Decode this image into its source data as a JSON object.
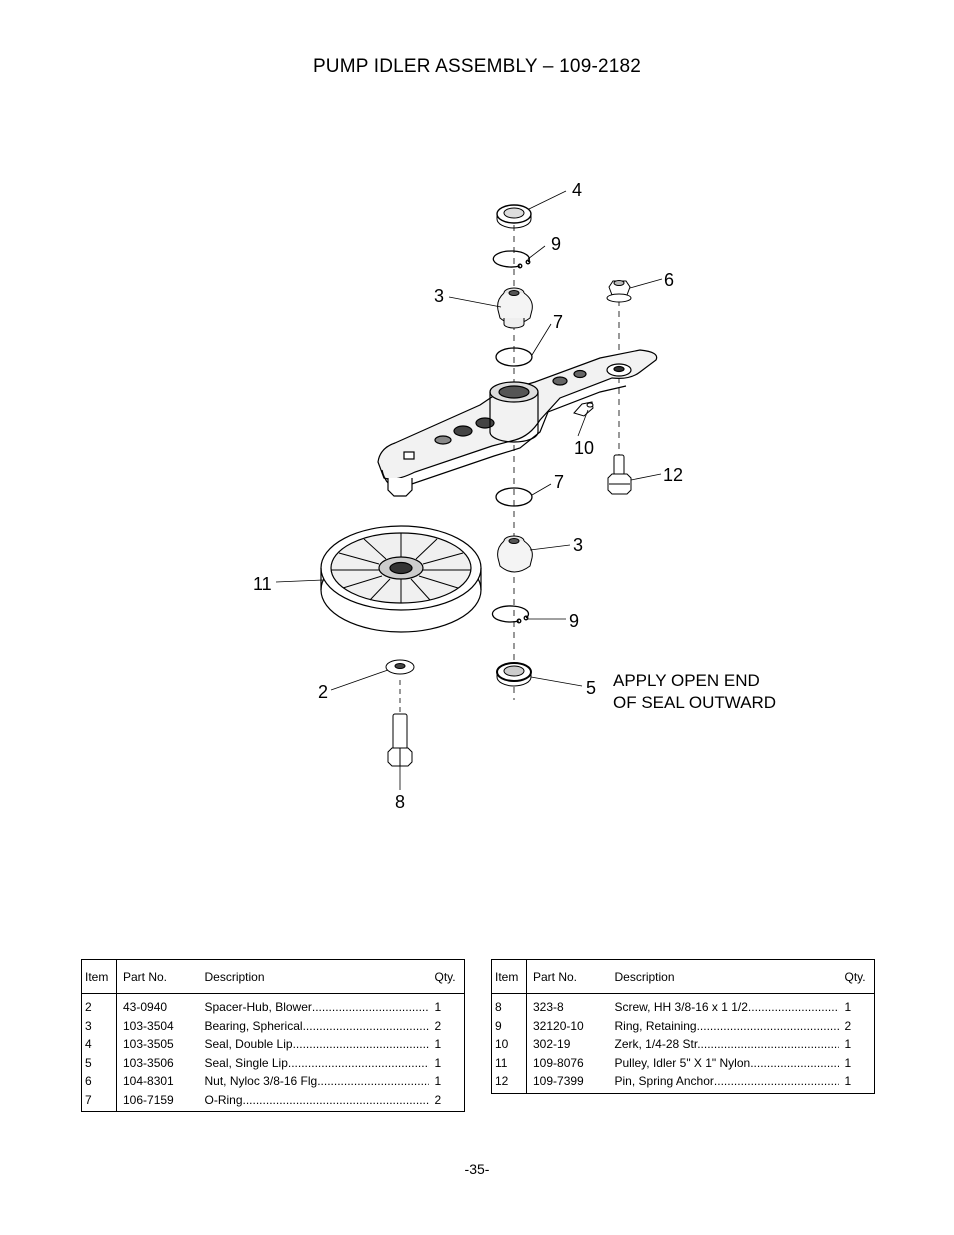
{
  "page": {
    "title": "PUMP IDLER ASSEMBLY – 109-2182",
    "page_number": "-35-"
  },
  "diagram": {
    "callouts": [
      "4",
      "9",
      "3",
      "7",
      "6",
      "10",
      "12",
      "7",
      "3",
      "11",
      "9",
      "2",
      "5",
      "8"
    ],
    "note_line1": "APPLY OPEN END",
    "note_line2": "OF SEAL OUTWARD"
  },
  "tables": {
    "headers": {
      "item": "Item",
      "part": "Part No.",
      "desc": "Description",
      "qty": "Qty."
    },
    "left": [
      {
        "item": "2",
        "part": "43-0940",
        "desc": "Spacer-Hub, Blower",
        "qty": "1"
      },
      {
        "item": "3",
        "part": "103-3504",
        "desc": "Bearing, Spherical",
        "qty": "2"
      },
      {
        "item": "4",
        "part": "103-3505",
        "desc": "Seal, Double Lip",
        "qty": "1"
      },
      {
        "item": "5",
        "part": "103-3506",
        "desc": "Seal, Single Lip",
        "qty": "1"
      },
      {
        "item": "6",
        "part": "104-8301",
        "desc": "Nut, Nyloc 3/8-16 Flg",
        "qty": "1"
      },
      {
        "item": "7",
        "part": "106-7159",
        "desc": "O-Ring",
        "qty": "2"
      }
    ],
    "right": [
      {
        "item": "8",
        "part": "323-8",
        "desc": "Screw, HH 3/8-16 x 1 1/2",
        "qty": "1"
      },
      {
        "item": "9",
        "part": "32120-10",
        "desc": "Ring, Retaining",
        "qty": "2"
      },
      {
        "item": "10",
        "part": "302-19",
        "desc": "Zerk, 1/4-28 Str.",
        "qty": "1"
      },
      {
        "item": "11",
        "part": "109-8076",
        "desc": "Pulley, Idler 5\" X 1\" Nylon",
        "qty": "1"
      },
      {
        "item": "12",
        "part": "109-7399",
        "desc": "Pin, Spring Anchor",
        "qty": "1"
      }
    ]
  }
}
